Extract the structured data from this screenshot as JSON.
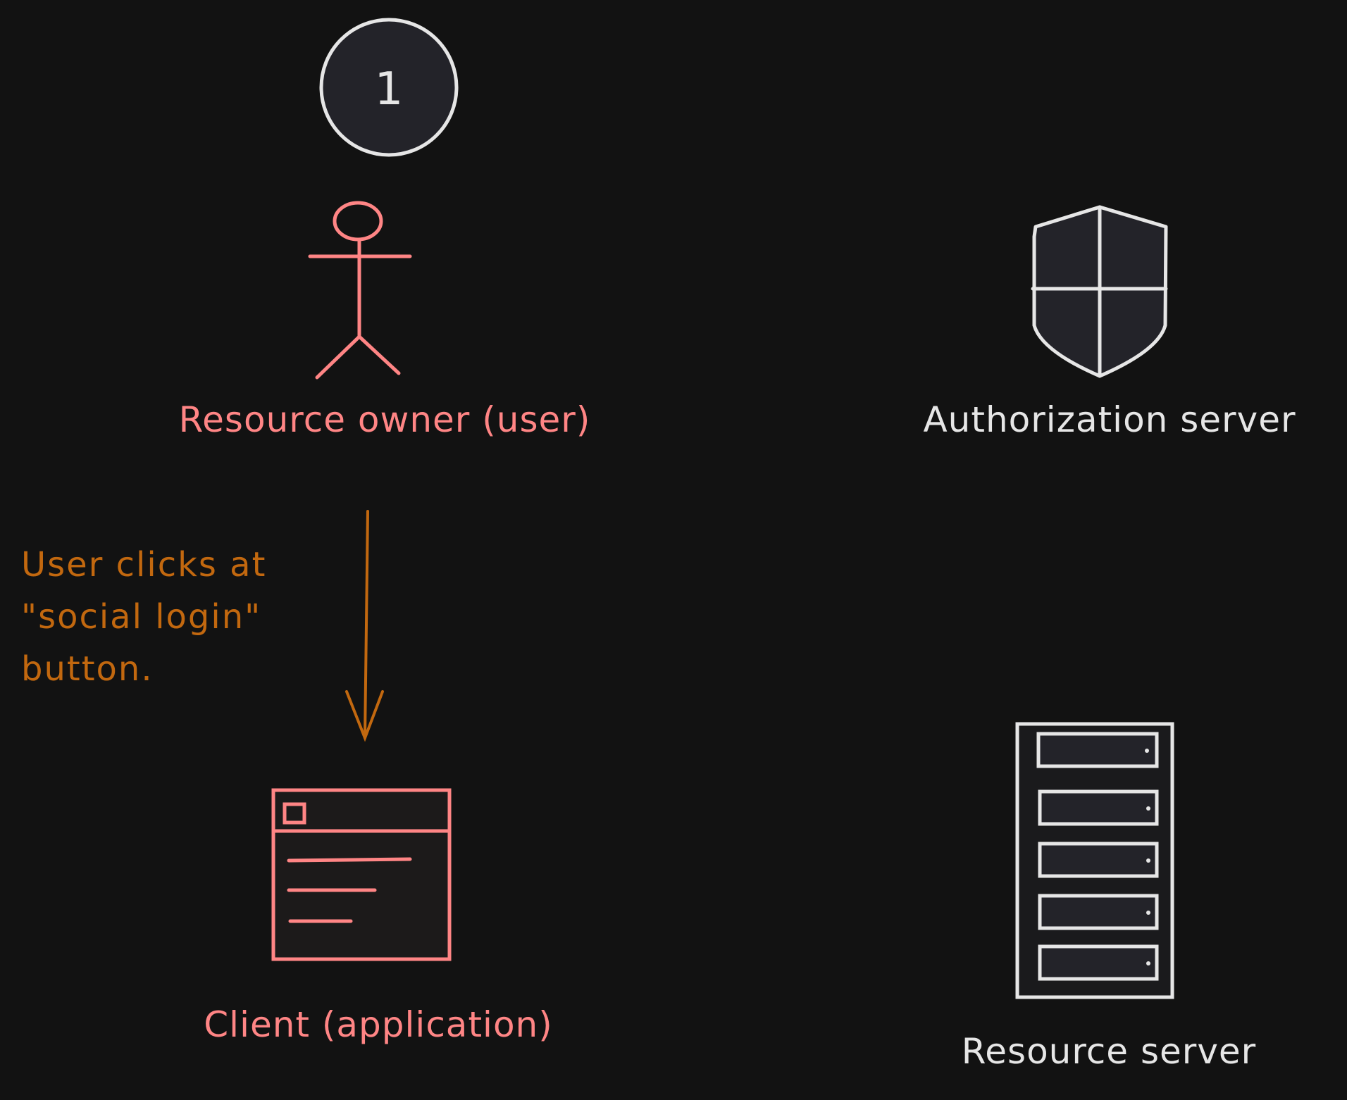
{
  "step": {
    "number": "1"
  },
  "nodes": {
    "resource_owner": {
      "label": "Resource owner (user)",
      "icon": "person-icon"
    },
    "authorization_server": {
      "label": "Authorization server",
      "icon": "shield-icon"
    },
    "client": {
      "label": "Client (application)",
      "icon": "browser-window-icon"
    },
    "resource_server": {
      "label": "Resource server",
      "icon": "server-rack-icon"
    }
  },
  "edge": {
    "from": "resource_owner",
    "to": "client",
    "note_lines": [
      "User clicks at",
      "\"social login\"",
      "button."
    ]
  },
  "colors": {
    "background": "#121212",
    "user_accent": "#ff8585",
    "neutral": "#e6e6e6",
    "note": "#c2680f",
    "shape_fill": "#232329"
  }
}
